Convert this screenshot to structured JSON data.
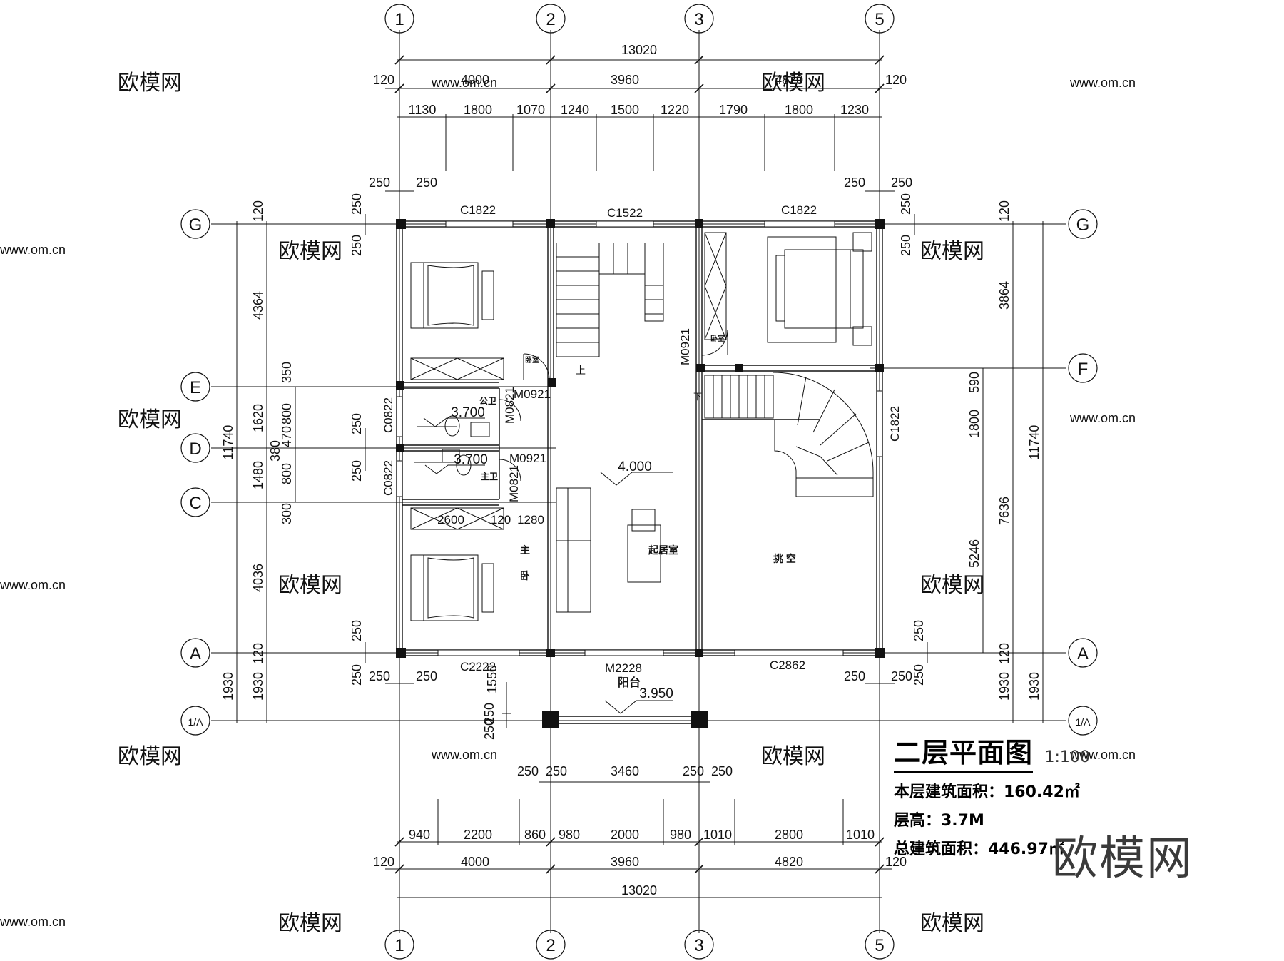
{
  "title": "二层平面图",
  "scale": "1:100",
  "floor_area": "本层建筑面积：160.42㎡",
  "floor_height": "层高：3.7M",
  "total_area": "总建筑面积：446.97㎡",
  "brand": "欧模网",
  "watermark_url": "www.om.cn",
  "axes": {
    "vertical": [
      "1",
      "2",
      "3",
      "5"
    ],
    "horizontal": [
      "G",
      "F",
      "E",
      "D",
      "C",
      "A",
      "1/A"
    ]
  },
  "dims": {
    "top_total": "13020",
    "top_overhang": "120",
    "axis_spans": [
      "4000",
      "3960",
      "4820"
    ],
    "top_window_spans": [
      "1130",
      "1800",
      "1070",
      "1240",
      "1500",
      "1220",
      "1790",
      "1800",
      "1230"
    ],
    "bottom_window_spans": [
      "940",
      "2200",
      "860",
      "980",
      "2000",
      "980",
      "1010",
      "2800",
      "1010"
    ],
    "bottom_balcony": [
      "250",
      "250",
      "3460",
      "250",
      "250"
    ],
    "wall": "250",
    "left_total": "11740",
    "left_spans": [
      "4364",
      "1620",
      "1480",
      "4036",
      "1930"
    ],
    "left_small": [
      "350",
      "800",
      "470",
      "380",
      "800",
      "300"
    ],
    "right_total": "11740",
    "right_spans": [
      "3864",
      "7636",
      "1930"
    ],
    "right_small": [
      "590",
      "1800",
      "5246"
    ],
    "inner": [
      "2600",
      "120",
      "1280",
      "1550"
    ]
  },
  "openings": {
    "c1822_a": "C1822",
    "c1522": "C1522",
    "c1822_b": "C1822",
    "c1822_c": "C1822",
    "c0822_a": "C0822",
    "c0822_b": "C0822",
    "c2222": "C2222",
    "c2862": "C2862",
    "m0921_a": "M0921",
    "m0921_b": "M0921",
    "m0921_c": "M0921",
    "m0821_a": "M0821",
    "m0821_b": "M0821",
    "m2228": "M2228"
  },
  "rooms": {
    "living": "起居室",
    "void": "挑 空",
    "master_a": "主",
    "master_b": "卧",
    "bed": "卧室",
    "bath_public": "公卫",
    "bath_master": "主卫",
    "balcony": "阳台",
    "up": "上",
    "down": "下"
  },
  "levels": {
    "floor": "4.000",
    "bath_a": "3.700",
    "bath_b": "3.700",
    "balcony": "3.950"
  }
}
